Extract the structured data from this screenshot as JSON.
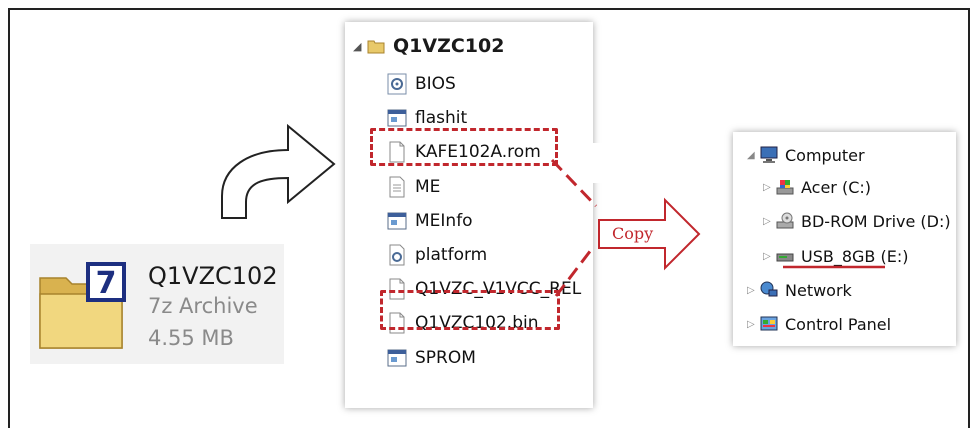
{
  "archive": {
    "name": "Q1VZC102",
    "type": "7z Archive",
    "size": "4.55 MB",
    "icon": "7z-archive-icon",
    "badge": "7"
  },
  "folder_panel": {
    "title": "Q1VZC102",
    "items": [
      {
        "label": "BIOS",
        "icon": "settings-file-icon"
      },
      {
        "label": "flashit",
        "icon": "executable-icon"
      },
      {
        "label": "KAFE102A.rom",
        "icon": "file-icon"
      },
      {
        "label": "ME",
        "icon": "text-file-icon"
      },
      {
        "label": "MEInfo",
        "icon": "executable-icon"
      },
      {
        "label": "platform",
        "icon": "config-file-icon"
      },
      {
        "label": "Q1VZC_V1VCC_REL",
        "icon": "file-icon"
      },
      {
        "label": "Q1VZC102.bin",
        "icon": "file-icon"
      },
      {
        "label": "SPROM",
        "icon": "executable-icon"
      }
    ]
  },
  "copy_label": "Copy",
  "computer_tree": {
    "root": "Computer",
    "drives": [
      "Acer (C:)",
      "BD-ROM Drive (D:)",
      "USB_8GB (E:)"
    ],
    "network": "Network",
    "control_panel": "Control Panel"
  },
  "colors": {
    "highlight": "#c1272d",
    "folder": "#e8c96a",
    "badge": "#1d2f80"
  }
}
